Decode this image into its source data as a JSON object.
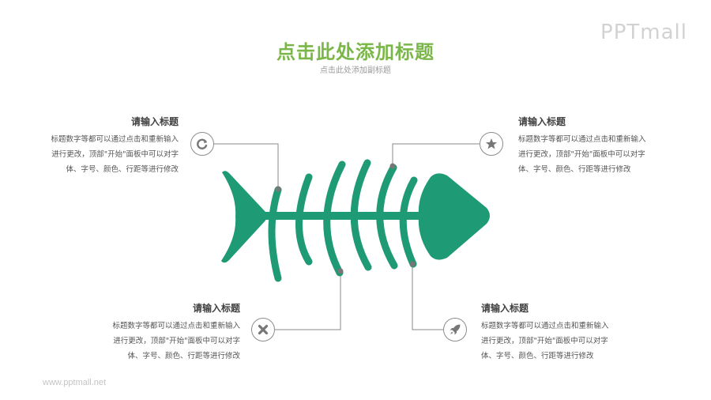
{
  "header": {
    "title": "点击此处添加标题",
    "subtitle": "点击此处添加副标题",
    "logo": "PPTmall"
  },
  "footer": {
    "url": "www.pptmall.net"
  },
  "colors": {
    "accent_title": "#7ab648",
    "fish": "#1e9a74",
    "connector": "#808080",
    "node": "#7a7a7a"
  },
  "items": [
    {
      "position": "top-left",
      "icon": "refresh-icon",
      "heading": "请输入标题",
      "lines": [
        "标题数字等都可以通过点击和重新输入",
        "进行更改，顶部\"开始\"面板中可以对字",
        "体、字号、颜色、行距等进行修改"
      ]
    },
    {
      "position": "top-right",
      "icon": "star-icon",
      "heading": "请输入标题",
      "lines": [
        "标题数字等都可以通过点击和重新输入",
        "进行更改，顶部\"开始\"面板中可以对字",
        "体、字号、颜色、行距等进行修改"
      ]
    },
    {
      "position": "bottom-left",
      "icon": "close-icon",
      "heading": "请输入标题",
      "lines": [
        "标题数字等都可以通过点击和重新输入",
        "进行更改，顶部\"开始\"面板中可以对字",
        "体、字号、颜色、行距等进行修改"
      ]
    },
    {
      "position": "bottom-right",
      "icon": "rocket-icon",
      "heading": "请输入标题",
      "lines": [
        "标题数字等都可以通过点击和重新输入",
        "进行更改，顶部\"开始\"面板中可以对字",
        "体、字号、颜色、行距等进行修改"
      ]
    }
  ]
}
